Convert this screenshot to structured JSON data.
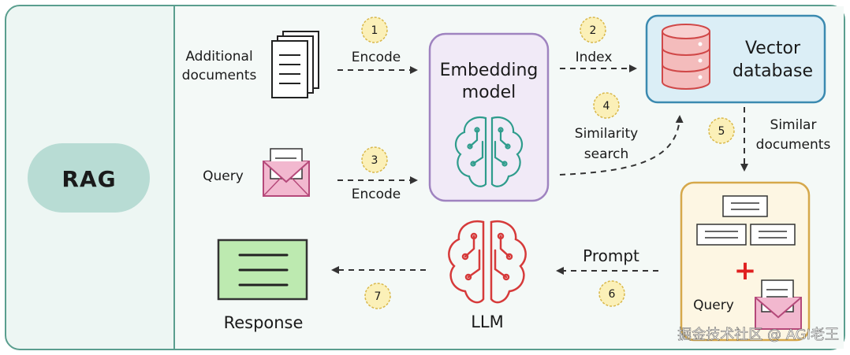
{
  "sidebar": {
    "label": "RAG"
  },
  "steps": [
    "1",
    "2",
    "3",
    "4",
    "5",
    "6",
    "7"
  ],
  "additional_documents": {
    "line1": "Additional",
    "line2": "documents"
  },
  "query_left": "Query",
  "encode_top": "Encode",
  "encode_bottom": "Encode",
  "index": "Index",
  "embedding_model": {
    "line1": "Embedding",
    "line2": "model"
  },
  "vector_database": {
    "line1": "Vector",
    "line2": "database"
  },
  "similarity_search": {
    "line1": "Similarity",
    "line2": "search"
  },
  "similar_documents": {
    "line1": "Similar",
    "line2": "documents"
  },
  "query_box": "Query",
  "prompt": "Prompt",
  "llm": "LLM",
  "response": "Response",
  "plus": "+",
  "watermark": "掘金技术社区 @ AGI老王",
  "colors": {
    "frame_bg": "#edf6f3",
    "frame_border": "#5a9e8e",
    "rag_pill": "#b8dcd4",
    "step_circle": "#fbf0b8",
    "step_border": "#d9b84a",
    "embedding_fill": "#f1eaf7",
    "embedding_border": "#9f83c0",
    "embedding_brain": "#2e9c8c",
    "vector_fill": "#dbeef6",
    "vector_border": "#3b8ab0",
    "db_fill": "#f4bcbc",
    "db_border": "#d04848",
    "envelope": "#f2b8cf",
    "envelope_border": "#b5497a",
    "query_box_fill": "#fdf6e3",
    "query_box_border": "#d6a84b",
    "plus": "#e02020",
    "llm_brain": "#d63a3a",
    "response_fill": "#bdeab0",
    "response_border": "#333333"
  }
}
